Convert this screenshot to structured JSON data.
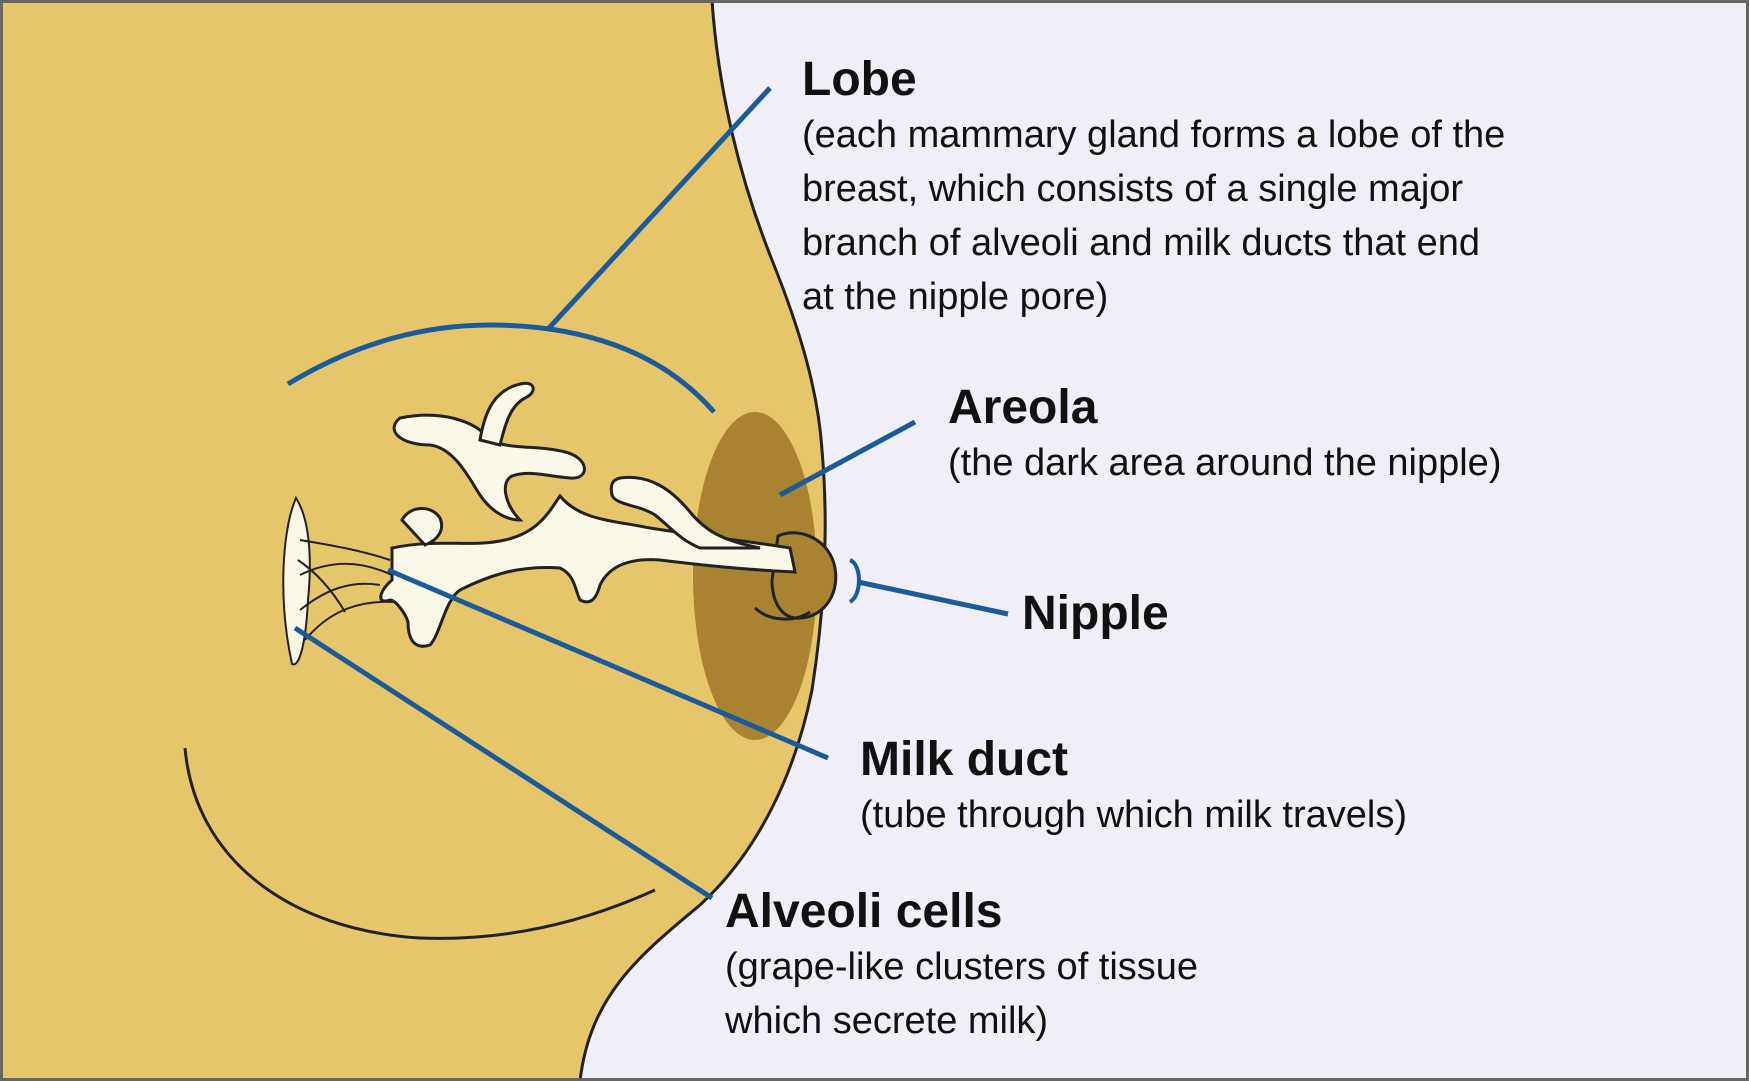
{
  "colors": {
    "background": "#f0eef6",
    "skin": "#e7c66b",
    "areola": "#a88332",
    "duct_fill": "#fbf7e6",
    "outline": "#222222",
    "leader_line": "#1b5b9a",
    "frame": "#666666"
  },
  "labels": {
    "lobe": {
      "title": "Lobe",
      "lines": [
        "(each mammary gland forms a lobe of the",
        "breast, which consists of a single major",
        "branch of alveoli and milk ducts that end",
        "at the nipple pore)"
      ]
    },
    "areola": {
      "title": "Areola",
      "lines": [
        "(the dark area around the nipple)"
      ]
    },
    "nipple": {
      "title": "Nipple"
    },
    "milk_duct": {
      "title": "Milk duct",
      "lines": [
        "(tube through which milk travels)"
      ]
    },
    "alveoli": {
      "title": "Alveoli cells",
      "lines": [
        "(grape-like clusters of tissue",
        "which secrete milk)"
      ]
    }
  }
}
